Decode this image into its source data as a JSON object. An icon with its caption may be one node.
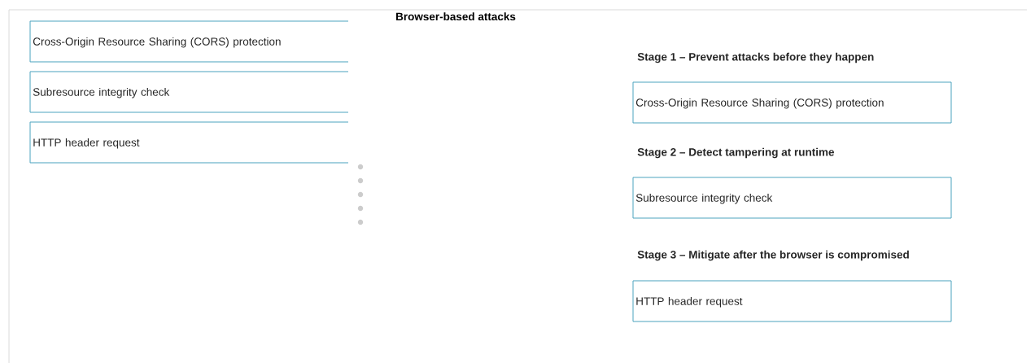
{
  "diagram": {
    "title": "Browser-based attacks",
    "nodes": [
      {
        "text": [
          "Cross-Origin Resource Sharing (CORS) protection"
        ]
      },
      {
        "text": [
          "Subresource integrity check"
        ]
      },
      {
        "text": [
          "HTTP header request"
        ]
      },
      {
        "text": [
          "Cross-Origin Resource Sharing (CORS) protection"
        ]
      },
      {
        "text": [
          "Subresource integrity check"
        ]
      },
      {
        "text": [
          "HTTP header request"
        ]
      }
    ],
    "edges": [],
    "labels": [
      "Stage 1 – Prevent attacks before they happen",
      "Stage 2 – Detect tampering at runtime",
      "Stage 3 – Mitigate after the browser is compromised"
    ]
  }
}
